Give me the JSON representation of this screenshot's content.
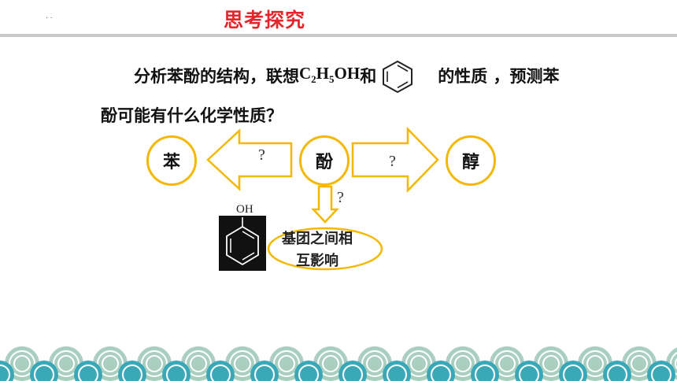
{
  "header": {
    "title": "思考探究",
    "dots": ". ."
  },
  "question": {
    "line1_a": "分析苯酚的结构，联想",
    "formula_c": "C",
    "formula_c_sub": "2",
    "formula_h": "H",
    "formula_h_sub": "5",
    "formula_oh": "OH",
    "line1_b": "和",
    "line1_c": "的性质 ，预测苯",
    "line2": "酚可能有什么化学性质？"
  },
  "diagram": {
    "left_node": "苯",
    "center_node": "酚",
    "right_node": "醇",
    "left_arrow_q": "?",
    "right_arrow_q": "?",
    "down_arrow_q": "?",
    "oh_label": "OH",
    "effect_line1": "基团之间相",
    "effect_line2": "互影响"
  },
  "colors": {
    "title": "#e3262b",
    "accent": "#f5b800",
    "teal": "#3aa9b7",
    "sage": "#a9cfc0"
  }
}
